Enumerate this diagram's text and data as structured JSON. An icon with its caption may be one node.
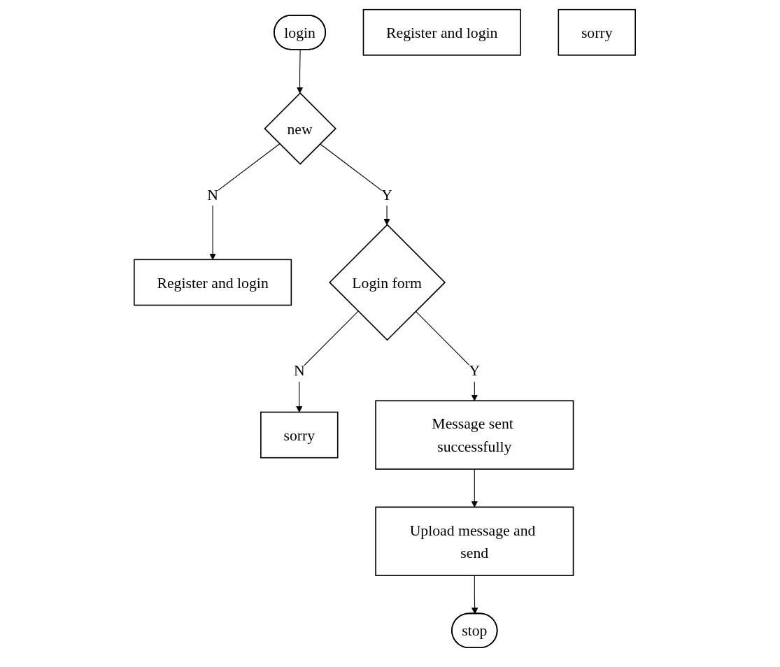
{
  "diagram": {
    "nodes": [
      {
        "text": [
          "login"
        ]
      },
      {
        "text": [
          "new"
        ]
      },
      {
        "text": [
          "Register and login"
        ]
      },
      {
        "text": [
          "Login form"
        ]
      },
      {
        "text": [
          "sorry"
        ]
      },
      {
        "text": [
          "Message sent successfully"
        ]
      },
      {
        "text": [
          "Upload message and send"
        ]
      },
      {
        "text": [
          "stop"
        ]
      },
      {
        "text": [
          "Register and login"
        ]
      },
      {
        "text": [
          "sorry"
        ]
      }
    ],
    "edges": [
      {
        "from": 0,
        "to": 1,
        "arrow": "to"
      },
      {
        "from": 1,
        "to": 2,
        "arrow": "to",
        "label": "N"
      },
      {
        "from": 1,
        "to": 3,
        "arrow": "to",
        "label": "Y"
      },
      {
        "from": 3,
        "to": 4,
        "arrow": "to",
        "label": "N"
      },
      {
        "from": 3,
        "to": 5,
        "arrow": "to",
        "label": "Y"
      },
      {
        "from": 5,
        "to": 6,
        "arrow": "to"
      },
      {
        "from": 6,
        "to": 7,
        "arrow": "to"
      }
    ]
  }
}
